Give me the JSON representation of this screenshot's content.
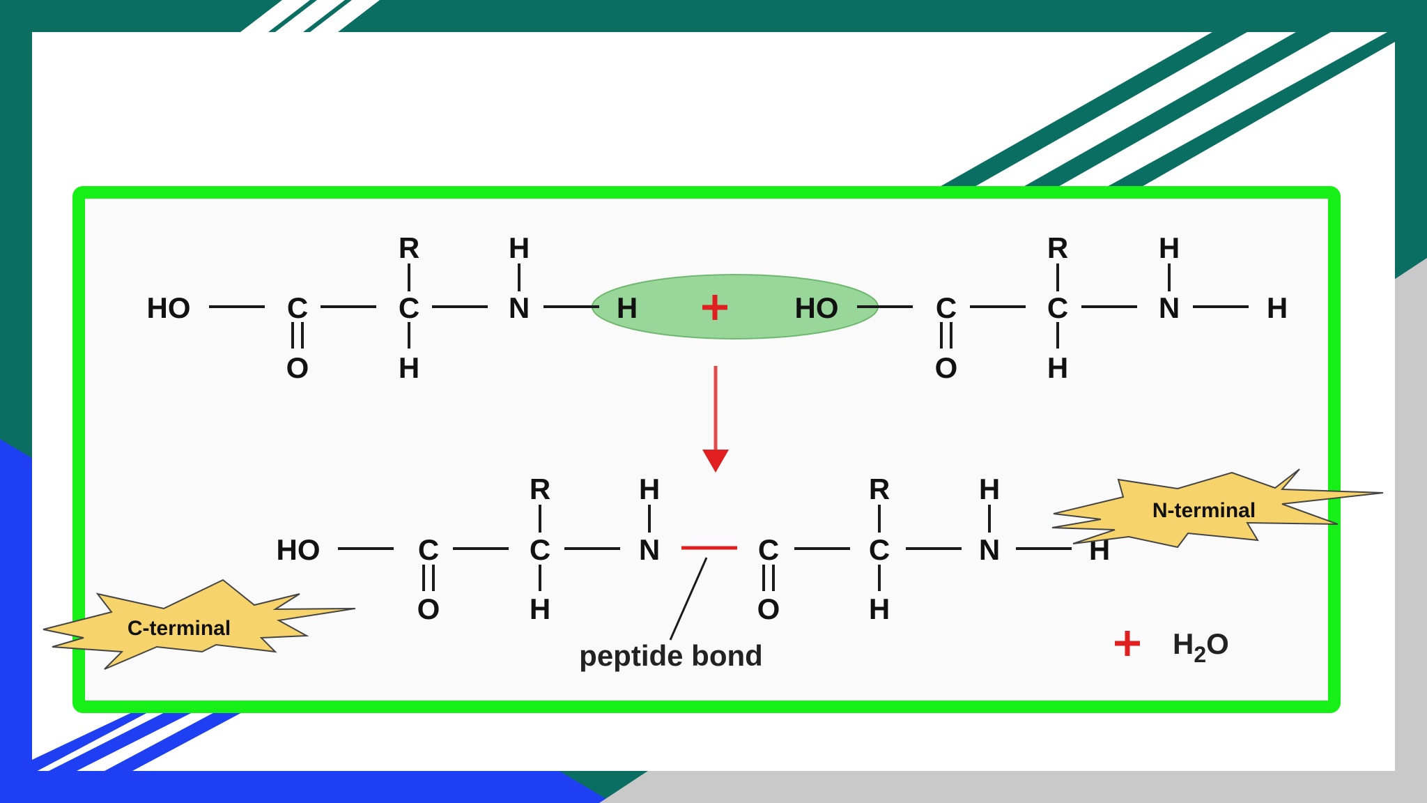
{
  "colors": {
    "teal_frame": "#0b6e63",
    "blue_frame": "#1f3ff2",
    "gray_shadow": "#c9c9c9",
    "green_border": "#16f016",
    "panel_bg": "#fafafa",
    "ellipse_fill": "#99d69a",
    "red": "#e02020",
    "burst_fill": "#f6d36b"
  },
  "reactant_1": {
    "ho": "HO",
    "c1": "C",
    "o1": "O",
    "c2": "C",
    "r": "R",
    "h_below": "H",
    "n": "N",
    "h_above_n": "H",
    "h_right": "H"
  },
  "plus_sign": "+",
  "reactant_2": {
    "ho": "HO",
    "c1": "C",
    "o1": "O",
    "c2": "C",
    "r": "R",
    "h_below": "H",
    "n": "N",
    "h_above_n": "H",
    "h_right": "H"
  },
  "product": {
    "ho": "HO",
    "c1": "C",
    "o1": "O",
    "c2": "C",
    "r1": "R",
    "h1_below": "H",
    "n1": "N",
    "h_above_n1": "H",
    "c3": "C",
    "o2": "O",
    "c4": "C",
    "r2": "R",
    "h2_below": "H",
    "n2": "N",
    "h_above_n2": "H",
    "h_end": "H"
  },
  "peptide_bond_label": "peptide bond",
  "water": {
    "prefix": "H",
    "subscript": "2",
    "suffix": "O"
  },
  "n_terminal_label": "N-terminal",
  "c_terminal_label": "C-terminal"
}
